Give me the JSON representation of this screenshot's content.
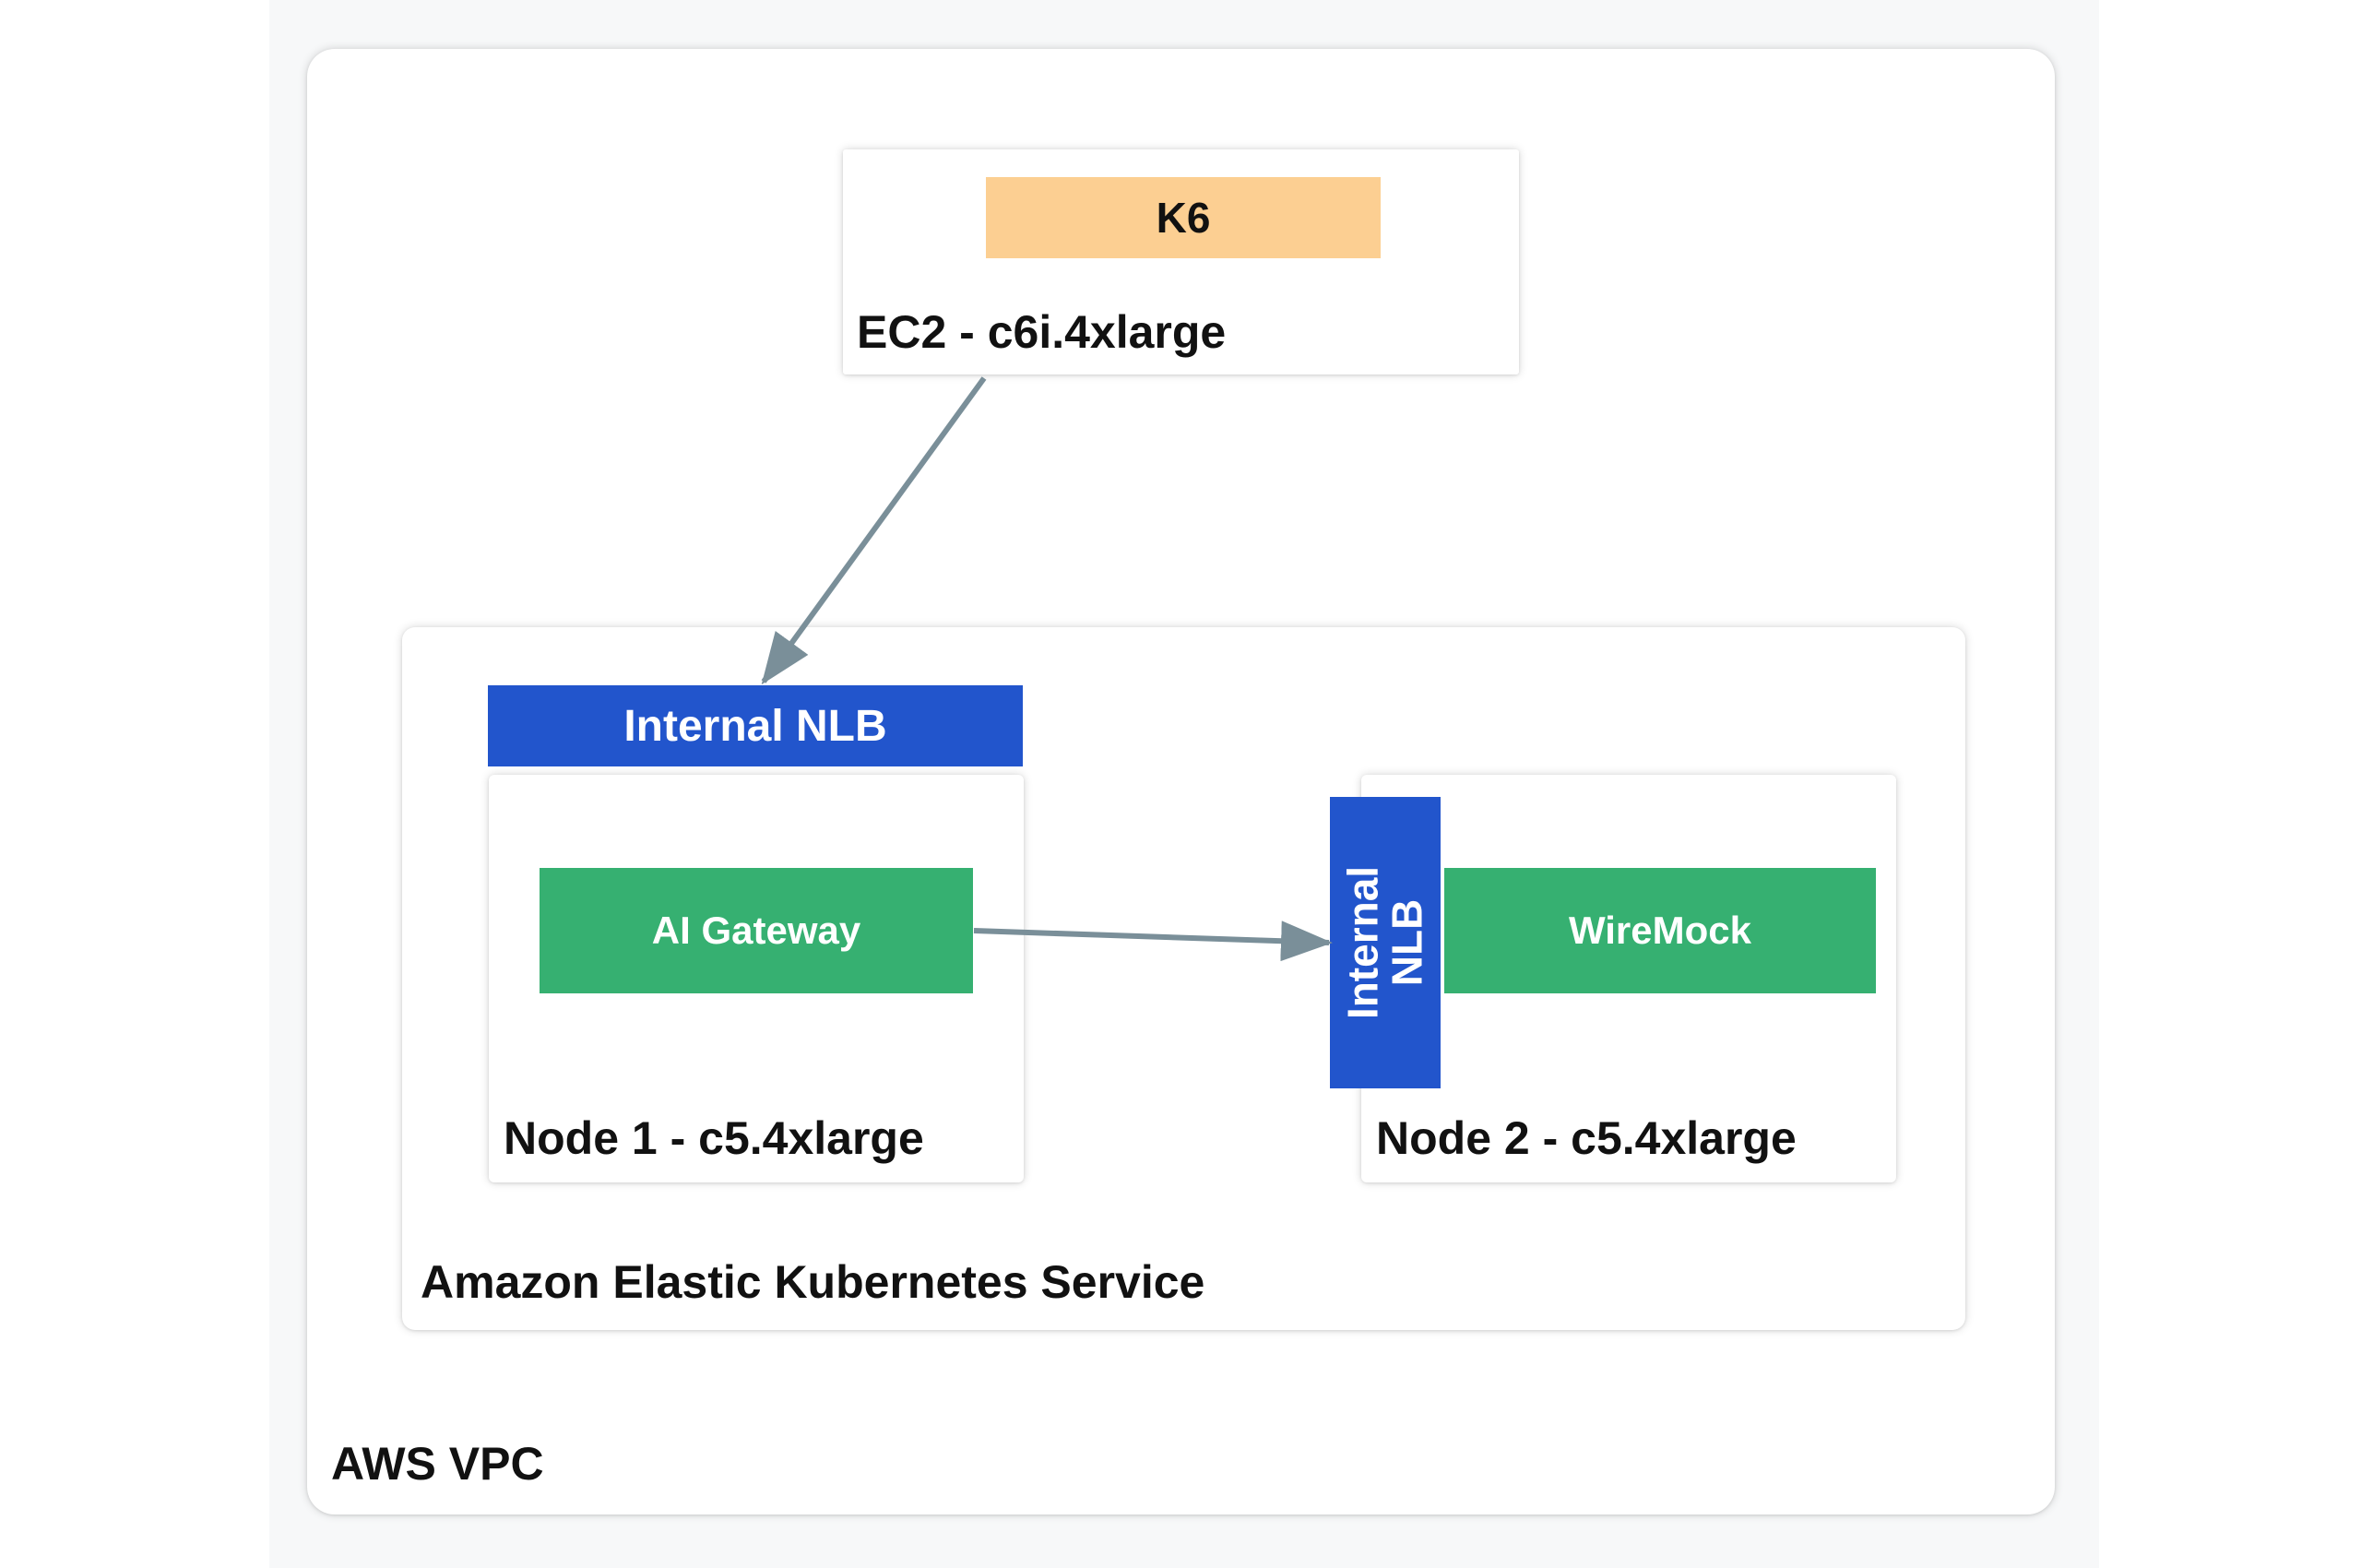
{
  "vpc": {
    "label": "AWS VPC"
  },
  "eks": {
    "label": "Amazon Elastic Kubernetes Service"
  },
  "ec2": {
    "label": "EC2 - c6i.4xlarge",
    "tool": "K6"
  },
  "node1": {
    "label": "Node 1 - c5.4xlarge",
    "load_balancer": "Internal NLB",
    "service": "AI Gateway"
  },
  "node2": {
    "label": "Node 2 - c5.4xlarge",
    "load_balancer": "Internal\nNLB",
    "service": "WireMock"
  },
  "colors": {
    "k6": "#fccf92",
    "nlb": "#2255cc",
    "service": "#36b071",
    "arrow": "#7a8f99"
  }
}
